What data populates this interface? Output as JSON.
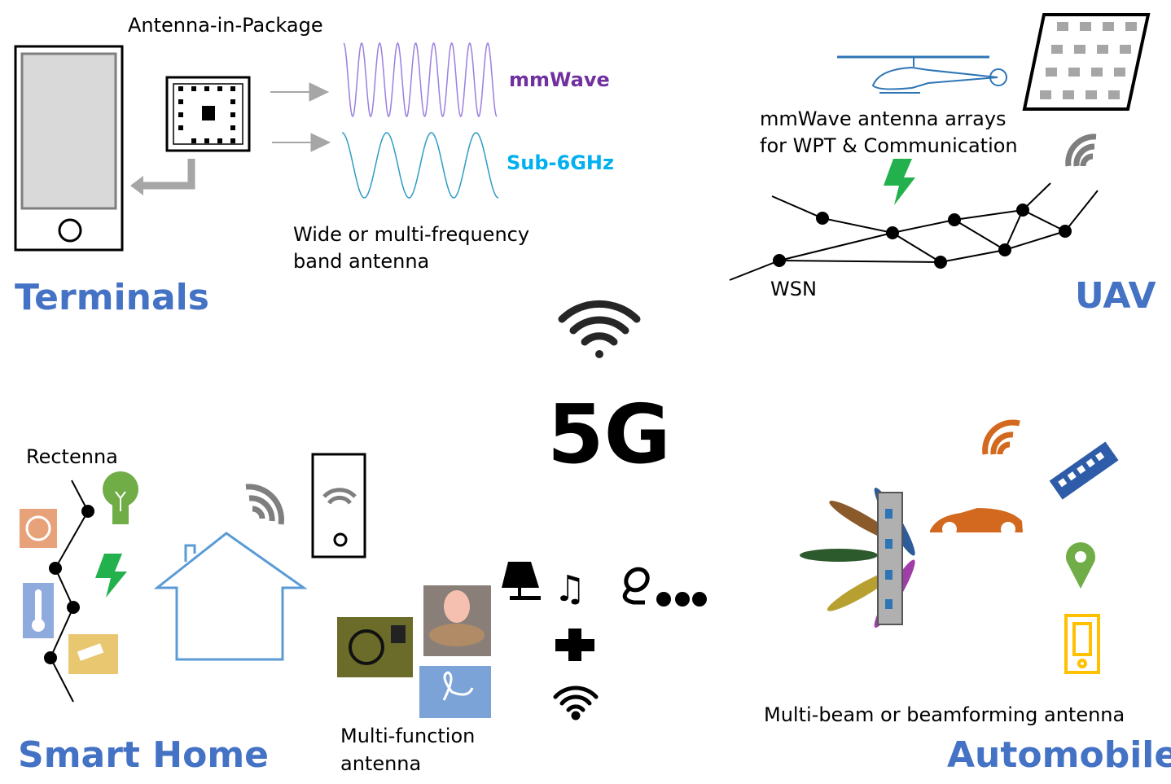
{
  "terminals": {
    "title": "Terminals",
    "aip_label": "Antenna-in-Package",
    "mmwave_label": "mmWave",
    "sub6_label": "Sub-6GHz",
    "antenna_line1": "Wide or multi-frequency",
    "antenna_line2": "band antenna"
  },
  "uav": {
    "title": "UAV",
    "array_line1": "mmWave antenna arrays",
    "array_line2": "for WPT & Communication",
    "wsn_label": "WSN"
  },
  "center": {
    "title": "5G"
  },
  "smart_home": {
    "title": "Smart Home",
    "rectenna_label": "Rectenna",
    "multifunction_line1": "Multi-function",
    "multifunction_line2": "antenna"
  },
  "automobile": {
    "title": "Automobile",
    "beam_label": "Multi-beam or beamforming antenna"
  },
  "colors": {
    "section_title": "#4472C4",
    "mmwave": "#7030A0",
    "sub6": "#00B0F0",
    "lightning": "#22B14C",
    "orange": "#D2691E"
  }
}
